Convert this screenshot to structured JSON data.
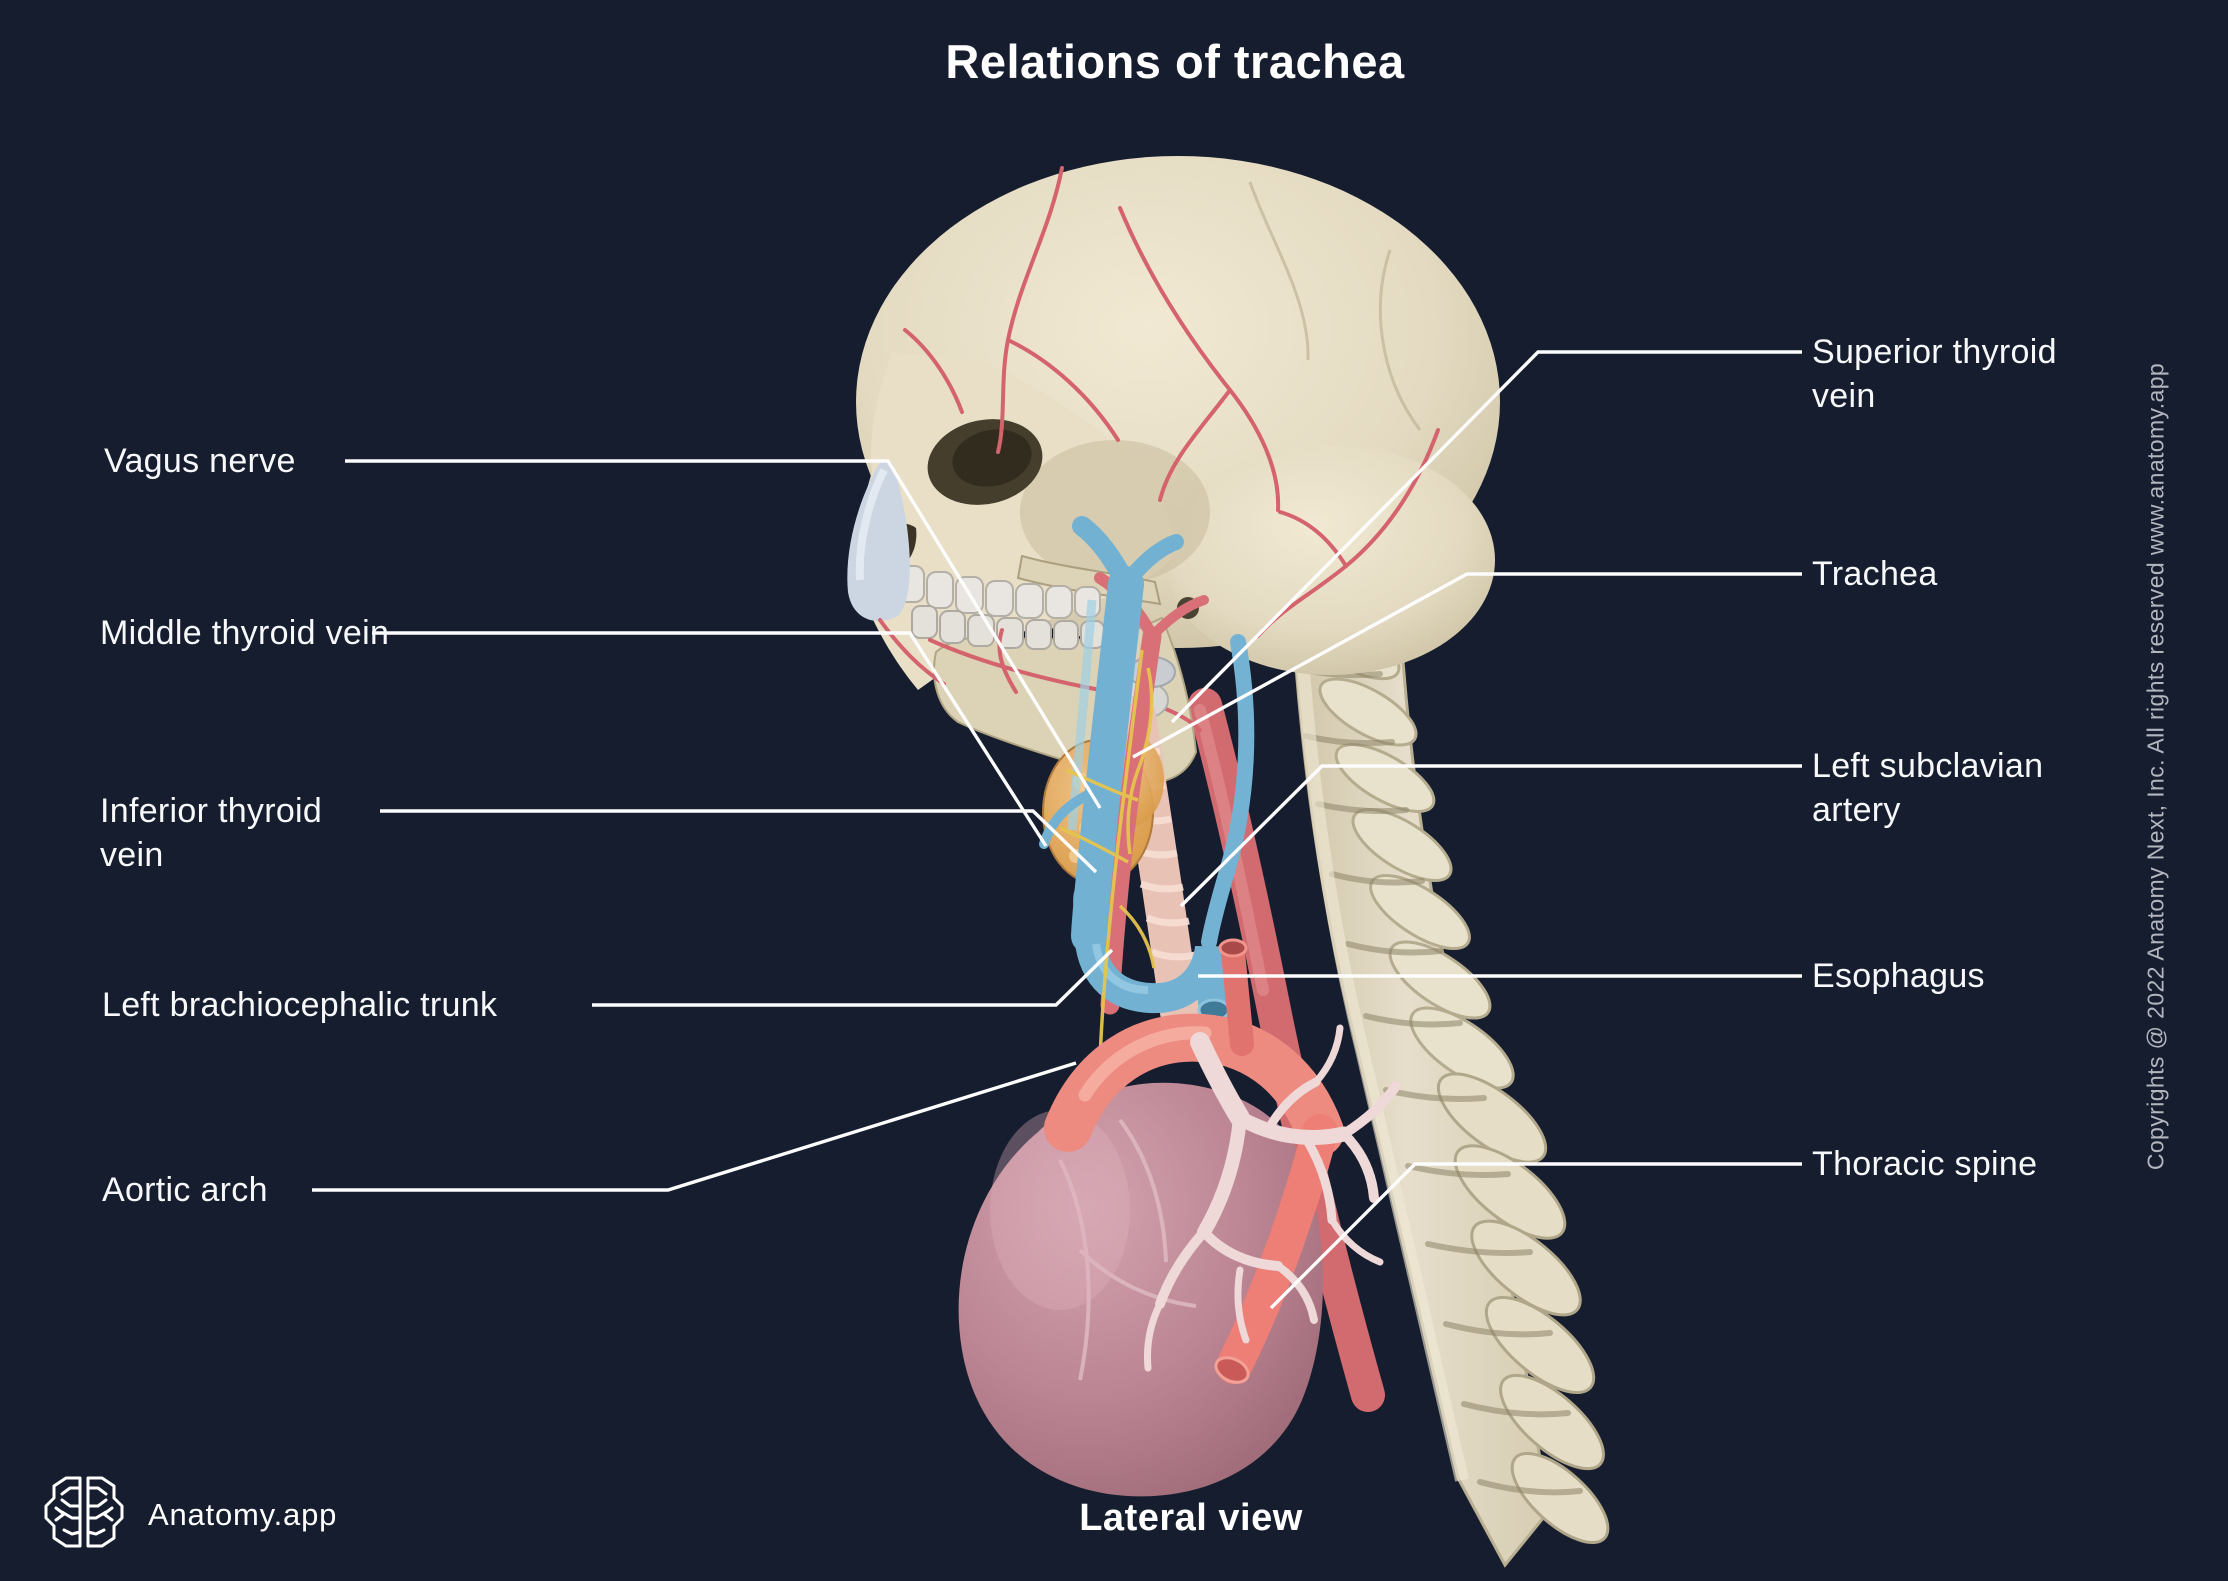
{
  "title": "Relations of trachea",
  "view_label": "Lateral view",
  "brand": {
    "name": "Anatomy.app",
    "logo_icon": "brain-icon"
  },
  "copyright": "Copyrights @ 2022 Anatomy Next, Inc. All rights reserved www.anatomy.app",
  "labels": {
    "left": [
      {
        "text": "Vagus nerve"
      },
      {
        "text": "Middle thyroid vein"
      },
      {
        "text": "Inferior thyroid vein"
      },
      {
        "text": "Left brachiocephalic trunk"
      },
      {
        "text": "Aortic arch"
      }
    ],
    "right": [
      {
        "text": "Superior thyroid vein"
      },
      {
        "text": "Trachea"
      },
      {
        "text": "Left subclavian artery"
      },
      {
        "text": "Esophagus"
      },
      {
        "text": "Thoracic spine"
      }
    ]
  },
  "illustration": {
    "subject": "Lateral view of skull, cervical and thoracic spine, trachea, esophagus, thyroid gland, great vessels and heart",
    "colors": {
      "background": "#161d2e",
      "label_text": "#f7f8fa",
      "leader_line": "#ffffff",
      "copyright_text": "#b2b6bf",
      "bone": "#e3dac1",
      "bone_shadow": "#a99e7f",
      "teeth": "#e9e6e1",
      "nasal_cartilage": "#ccd5e2",
      "vein_blue": "#73b1d3",
      "artery_red": "#d97078",
      "aorta_salmon": "#ee8b80",
      "esophagus_pink": "#d26b70",
      "trachea_pink": "#e9c2b6",
      "thyroid_orange": "#e2a35f",
      "heart_mauve": "#c08e9a",
      "nerve_yellow": "#e6c44e",
      "bronchi_pink": "#eed8d8"
    }
  }
}
